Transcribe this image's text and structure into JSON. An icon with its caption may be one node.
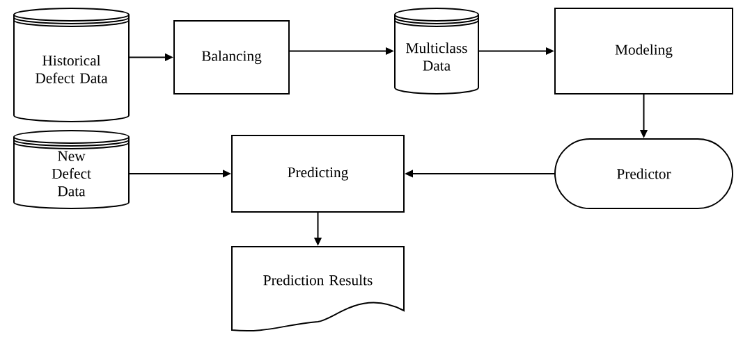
{
  "diagram": {
    "nodes": [
      {
        "text": [
          "Historical Defect Data"
        ]
      },
      {
        "text": [
          "Balancing"
        ]
      },
      {
        "text": [
          "Multiclass Data"
        ]
      },
      {
        "text": [
          "Modeling"
        ]
      },
      {
        "text": [
          "Predictor"
        ]
      },
      {
        "text": [
          "Predicting"
        ]
      },
      {
        "text": [
          "New Defect Data"
        ]
      },
      {
        "text": [
          "Prediction Results"
        ]
      }
    ],
    "edges": [
      {
        "from": 0,
        "to": 1,
        "arrow": "to"
      },
      {
        "from": 1,
        "to": 2,
        "arrow": "to"
      },
      {
        "from": 2,
        "to": 3,
        "arrow": "to"
      },
      {
        "from": 3,
        "to": 4,
        "arrow": "to"
      },
      {
        "from": 4,
        "to": 5,
        "arrow": "to"
      },
      {
        "from": 6,
        "to": 5,
        "arrow": "to"
      },
      {
        "from": 5,
        "to": 7,
        "arrow": "to"
      }
    ]
  }
}
